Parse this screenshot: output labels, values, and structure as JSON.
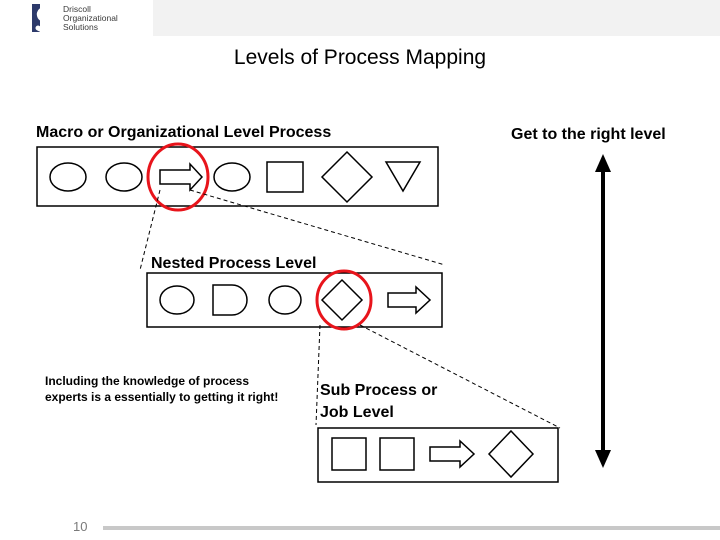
{
  "logo": {
    "lines": [
      "Driscoll",
      "Organizational",
      "Solutions"
    ]
  },
  "title": "Levels of Process Mapping",
  "labels": {
    "macro": "Macro or Organizational Level Process",
    "get_right_level": "Get to the right level",
    "nested": "Nested Process Level",
    "knowledge_note": "Including the knowledge of process experts is a essentially to getting it right!",
    "sub_process_line1": "Sub Process or",
    "sub_process_line2": "Job Level"
  },
  "footer": {
    "page_number": "10"
  },
  "colors": {
    "highlight_circle": "#e8141b",
    "header_band": "#f2f2f2",
    "logo_mark": "#2d3a6b",
    "footer_rule": "#c8c8c8"
  }
}
